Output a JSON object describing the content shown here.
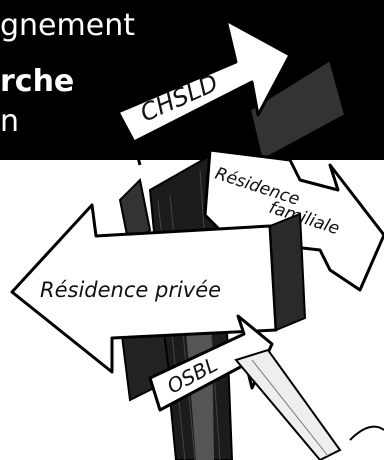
{
  "banner": {
    "line1": "gnement",
    "line2": "rche",
    "line3": "n"
  },
  "signs": {
    "chsld": "CHSLD",
    "residence_familiale_1": "Résidence",
    "residence_familiale_2": "familiale",
    "residence_privee": "Résidence privée",
    "osbl": "OSBL"
  },
  "colors": {
    "banner": "#000000",
    "sign_fill": "#ffffff",
    "post": "#2a2a2a"
  }
}
